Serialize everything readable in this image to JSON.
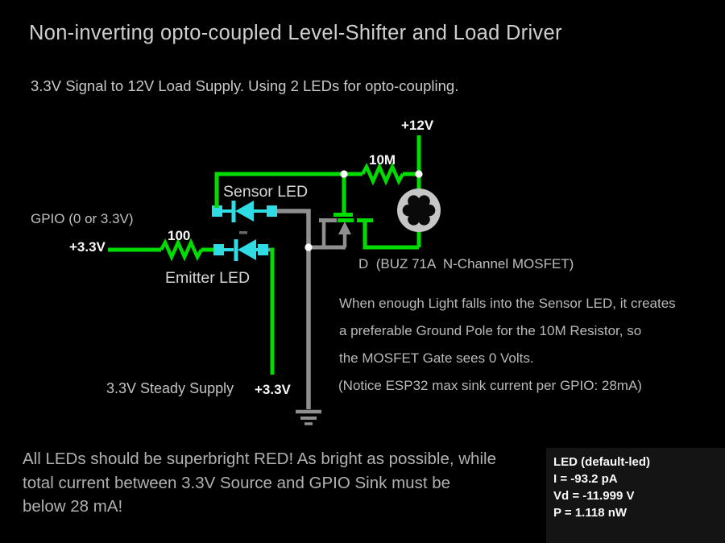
{
  "header": {
    "title": "Non-inverting opto-coupled Level-Shifter and Load Driver",
    "subtitle": "3.3V Signal to 12V Load Supply. Using 2 LEDs for opto-coupling."
  },
  "labels": {
    "gpio": "GPIO (0 or 3.3V)",
    "v33_left": "+3.3V",
    "r1_value": "100",
    "emitter_led": "Emitter LED",
    "sensor_led": "Sensor LED",
    "v12": "+12V",
    "r2_value": "10M",
    "mosfet": "D  (BUZ 71A  N-Channel MOSFET)",
    "steady_supply": "3.3V Steady Supply",
    "v33_bottom": "+3.3V"
  },
  "notes": {
    "line1": "When enough Light falls into the Sensor LED, it creates",
    "line2": "a preferable Ground Pole for the 10M Resistor, so",
    "line3": "the MOSFET Gate sees 0 Volts.",
    "line4": "(Notice ESP32 max sink current per GPIO: 28mA)"
  },
  "footer": {
    "line1": "All LEDs should be superbright RED! As bright as possible, while",
    "line2": "total current between 3.3V Source and GPIO Sink must be",
    "line3": "below 28 mA!"
  },
  "info_box": {
    "title": "LED (default-led)",
    "current": "I = -93.2 pA",
    "voltage": "Vd = -11.999 V",
    "power": "P = 1.118 nW"
  },
  "icons": {
    "load": "motor-gear-icon",
    "ground": "ground-icon",
    "junction": "junction-dot"
  },
  "colors": {
    "background": "#000000",
    "wire_positive": "#00dc00",
    "wire_neutral": "#8f8f8f",
    "led_body": "#30dce4",
    "junction_dot": "#ffffff",
    "load_body": "#c6c6c6",
    "text_bright": "#f8f8f8",
    "text_dim": "#b9b9b9",
    "info_box_bg": "#141414"
  }
}
